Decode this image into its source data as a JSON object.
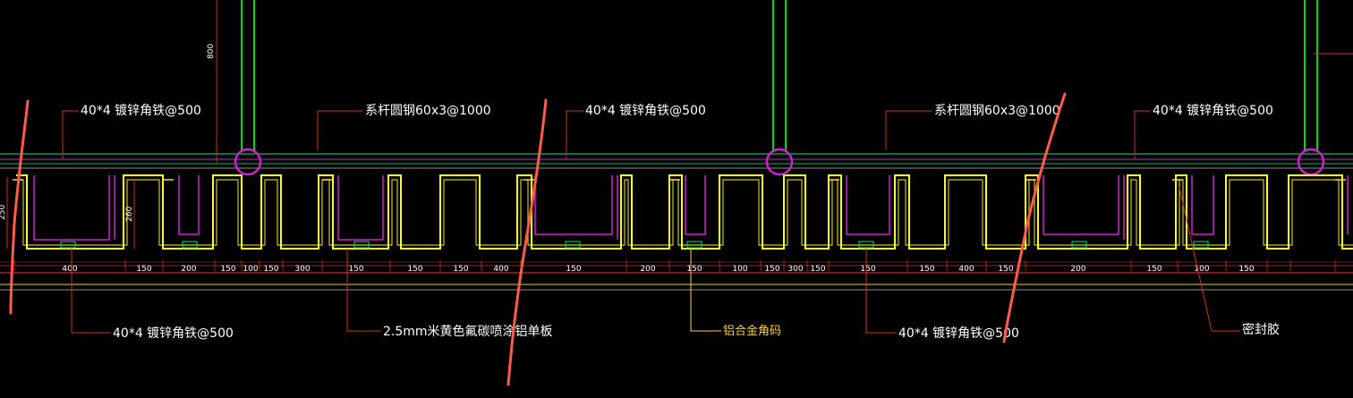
{
  "top_labels": [
    {
      "text": "40*4 镀锌角铁@500"
    },
    {
      "text": "系杆圆钢60x3@1000"
    },
    {
      "text": "40*4 镀锌角铁@500"
    },
    {
      "text": "系杆圆钢60x3@1000"
    },
    {
      "text": "40*4 镀锌角铁@500"
    }
  ],
  "bottom_labels": [
    {
      "text": "40*4 镀锌角铁@500"
    },
    {
      "text": "2.5mm米黄色氟碳喷涂铝单板"
    },
    {
      "text": "铝合金角码",
      "color": "#ffd23a"
    },
    {
      "text": "40*4 镀锌角铁@500"
    },
    {
      "text": "密封胶"
    }
  ],
  "vertical_dims": [
    "800",
    "250",
    "260"
  ],
  "dimension_row": [
    "400",
    "150",
    "200",
    "150",
    "100",
    "150",
    "300",
    "150",
    "150",
    "150",
    "400",
    "150",
    "200",
    "150",
    "100",
    "150",
    "300",
    "150",
    "150",
    "150",
    "400",
    "150",
    "200",
    "150",
    "100",
    "150"
  ],
  "colors": {
    "background": "#000000",
    "channel": "#ffff00",
    "bracket": "#d020d0",
    "post": "#00dd00",
    "leader": "#d03020",
    "rail": "#00c060",
    "annotation_stroke": "#ff5a4a"
  }
}
